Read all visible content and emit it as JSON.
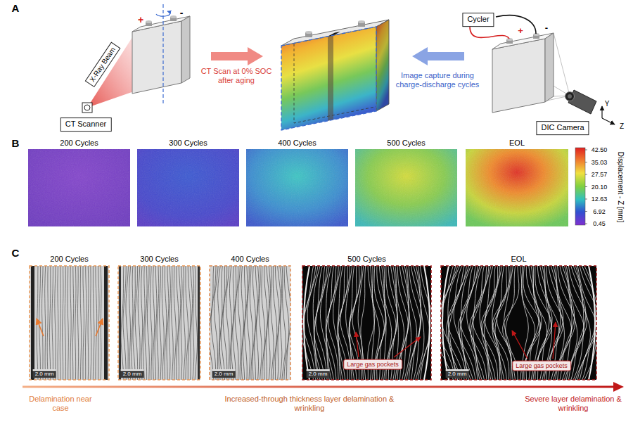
{
  "diagram": {
    "nodes": [
      {
        "text": [
          "CT Scanner"
        ]
      },
      {
        "text": [
          "Cycler"
        ]
      },
      {
        "text": [
          "DIC Camera"
        ]
      }
    ],
    "labels": [
      "A",
      "+",
      "-",
      "X-Ray Beam",
      "CT Scan at 0% SOC after aging",
      "Image capture during charge-discharge cycles",
      "+",
      "-",
      "Y",
      "Z",
      "B",
      "200 Cycles",
      "300 Cycles",
      "400 Cycles",
      "500 Cycles",
      "EOL",
      "42.50",
      "35.03",
      "27.57",
      "20.10",
      "12.63",
      "6.92",
      "0.45",
      "Displacement - Z [mm]",
      "C",
      "200 Cycles",
      "300 Cycles",
      "400 Cycles",
      "500 Cycles",
      "EOL",
      "2.0 mm",
      "2.0 mm",
      "2.0 mm",
      "2.0 mm",
      "2.0 mm",
      "Large gas pockets",
      "Large gas pockets",
      "Delamination near case",
      "Increased-through thickness layer delamination & wrinkling",
      "Severe layer delamination & wrinkling"
    ]
  }
}
